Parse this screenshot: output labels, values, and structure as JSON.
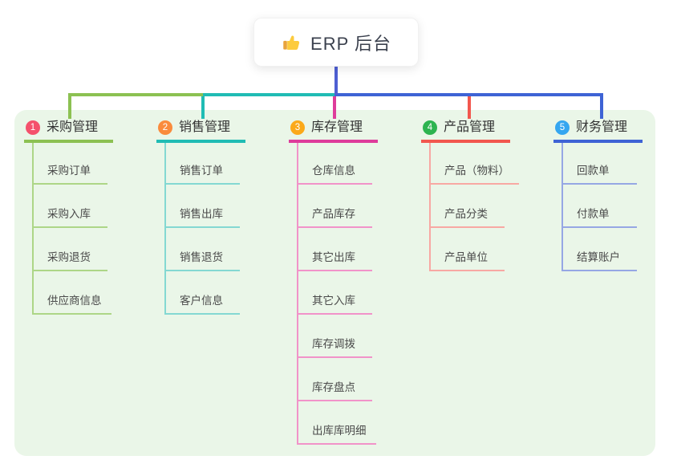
{
  "root": {
    "title": "ERP 后台",
    "icon": "thumbs-up",
    "trunk_color": "#4E5FD3"
  },
  "panel": {
    "background": "#EAF6E8"
  },
  "branches": [
    {
      "number": "1",
      "title": "采购管理",
      "badge_color": "#F4516C",
      "line_color": "#8CC152",
      "light_color": "#ADD687",
      "children": [
        "采购订单",
        "采购入库",
        "采购退货",
        "供应商信息"
      ]
    },
    {
      "number": "2",
      "title": "销售管理",
      "badge_color": "#FA8B3C",
      "line_color": "#20BCB4",
      "light_color": "#84D8D2",
      "children": [
        "销售订单",
        "销售出库",
        "销售退货",
        "客户信息"
      ]
    },
    {
      "number": "3",
      "title": "库存管理",
      "badge_color": "#FBA919",
      "line_color": "#DE3C9B",
      "light_color": "#F193C9",
      "children": [
        "仓库信息",
        "产品库存",
        "其它出库",
        "其它入库",
        "库存调拨",
        "库存盘点",
        "出库库明细"
      ]
    },
    {
      "number": "4",
      "title": "产品管理",
      "badge_color": "#2DB450",
      "line_color": "#F2574E",
      "light_color": "#F8A8A3",
      "children": [
        "产品（物料）",
        "产品分类",
        "产品单位"
      ]
    },
    {
      "number": "5",
      "title": "财务管理",
      "badge_color": "#35A6F0",
      "line_color": "#3E63D5",
      "light_color": "#96A7E4",
      "children": [
        "回款单",
        "付款单",
        "结算账户"
      ]
    }
  ]
}
